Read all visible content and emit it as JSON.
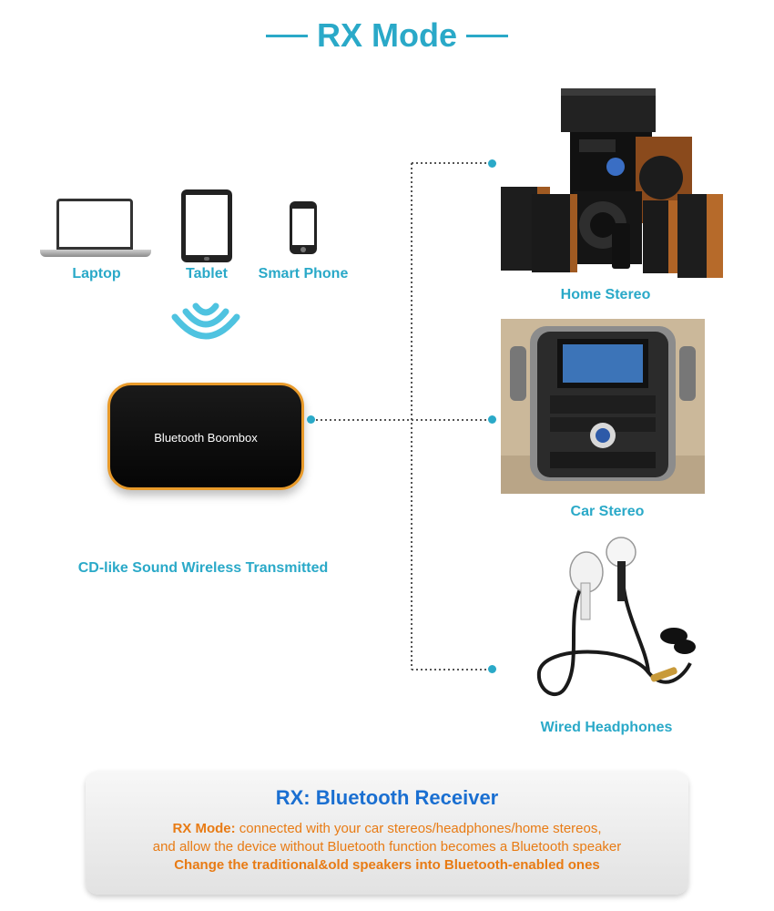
{
  "title": "RX Mode",
  "sources": [
    {
      "label": "Laptop",
      "icon": "laptop-icon"
    },
    {
      "label": "Tablet",
      "icon": "tablet-icon"
    },
    {
      "label": "Smart Phone",
      "icon": "smartphone-icon"
    }
  ],
  "signal_icon": "wireless-signal-icon",
  "device": {
    "label": "Bluetooth Boombox"
  },
  "tagline": "CD-like Sound Wireless Transmitted",
  "outputs": [
    {
      "label": "Home Stereo"
    },
    {
      "label": "Car Stereo"
    },
    {
      "label": "Wired Headphones"
    }
  ],
  "panel": {
    "heading": "RX: Bluetooth Receiver",
    "mode_label": "RX Mode:",
    "line1": " connected with your car stereos/headphones/home stereos,",
    "line2": "and allow the device without Bluetooth function becomes a Bluetooth speaker",
    "line3": "Change the traditional&old speakers into Bluetooth-enabled ones"
  },
  "colors": {
    "accent": "#2aa9c8",
    "heading": "#1a6fd1",
    "panel_text": "#e87b14",
    "device_trim": "#e89a2a"
  }
}
